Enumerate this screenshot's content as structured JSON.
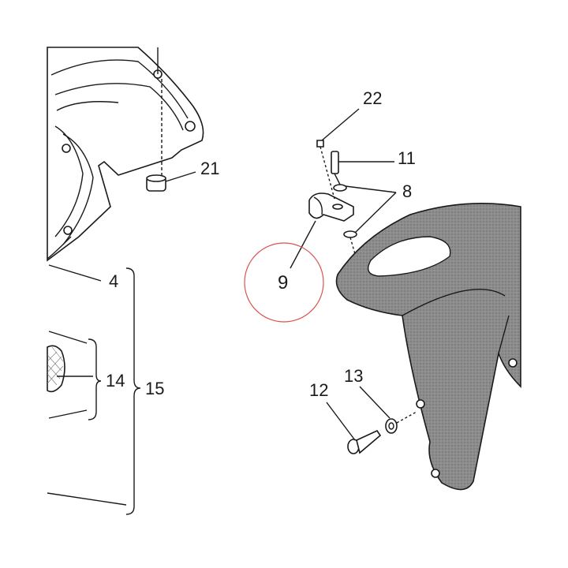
{
  "diagram": {
    "labels": {
      "l4": "4",
      "l8": "8",
      "l9": "9",
      "l11": "11",
      "l12": "12",
      "l13": "13",
      "l14": "14",
      "l15": "15",
      "l21": "21",
      "l22": "22"
    },
    "highlight_color": "#d9534f",
    "fender_color": "#8c8c8c"
  }
}
